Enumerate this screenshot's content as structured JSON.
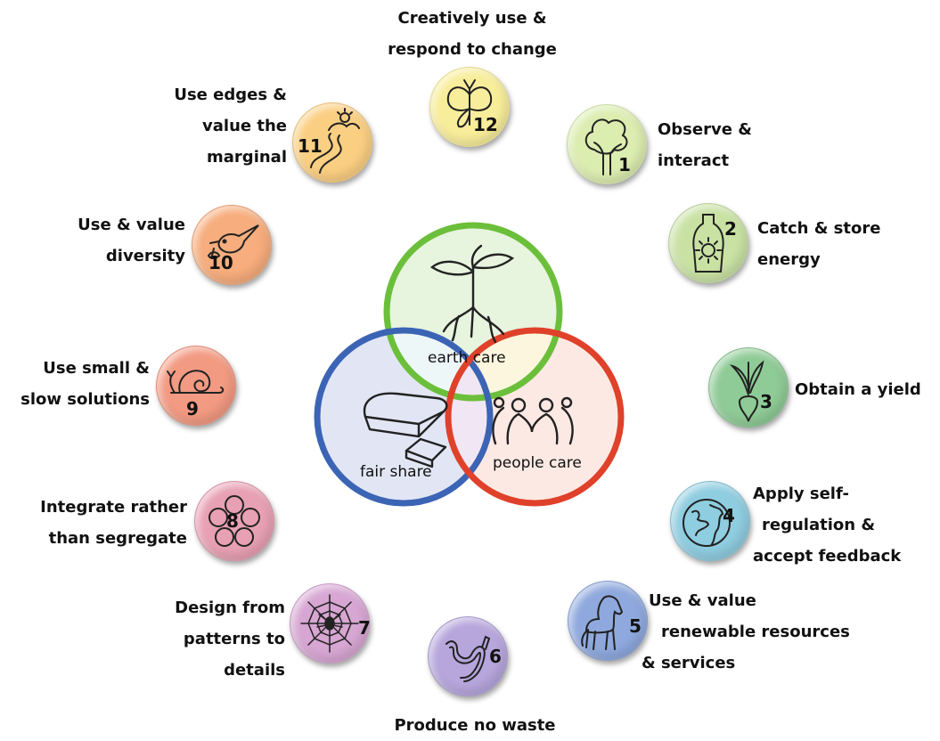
{
  "center": {
    "earth_care": "earth care",
    "fair_share": "fair share",
    "people_care": "people care",
    "colors": {
      "earth": "#6bbf3a",
      "fair": "#3b64b5",
      "people": "#e0412a"
    }
  },
  "principles": [
    {
      "num": "1",
      "line1": "Observe &",
      "line2": "interact",
      "line3": "",
      "icon": "tree-icon",
      "color": "#dcedb0"
    },
    {
      "num": "2",
      "line1": "Catch & store",
      "line2": "energy",
      "line3": "",
      "icon": "jar-sun-icon",
      "color": "#c9e2a4"
    },
    {
      "num": "3",
      "line1": "Obtain a yield",
      "line2": "",
      "line3": "",
      "icon": "radish-icon",
      "color": "#8fcb96"
    },
    {
      "num": "4",
      "line1": "Apply self-",
      "line2": "regulation &",
      "line3": "accept feedback",
      "icon": "globe-icon",
      "color": "#8fcde0"
    },
    {
      "num": "5",
      "line1": "Use & value",
      "line2": "renewable resources",
      "line3": "& services",
      "icon": "horse-icon",
      "color": "#8fa9de"
    },
    {
      "num": "6",
      "line1": "Produce no waste",
      "line2": "",
      "line3": "",
      "icon": "worm-icon",
      "color": "#b6a6dc"
    },
    {
      "num": "7",
      "line1": "Design from",
      "line2": "patterns to",
      "line3": "details",
      "icon": "spider-web-icon",
      "color": "#d7a6d3"
    },
    {
      "num": "8",
      "line1": "Integrate rather",
      "line2": "than segregate",
      "line3": "",
      "icon": "flower-icon",
      "color": "#e8a0b4"
    },
    {
      "num": "9",
      "line1": "Use small &",
      "line2": "slow solutions",
      "line3": "",
      "icon": "snail-icon",
      "color": "#f39a82"
    },
    {
      "num": "10",
      "line1": "Use & value",
      "line2": "diversity",
      "line3": "",
      "icon": "bird-icon",
      "color": "#f7ad7d"
    },
    {
      "num": "11",
      "line1": "Use edges &",
      "line2": "value the",
      "line3": "marginal",
      "icon": "river-sun-icon",
      "color": "#fbcf82"
    },
    {
      "num": "12",
      "line1": "Creatively use &",
      "line2": "respond to change",
      "line3": "",
      "icon": "butterfly-icon",
      "color": "#f8ed9a"
    }
  ]
}
